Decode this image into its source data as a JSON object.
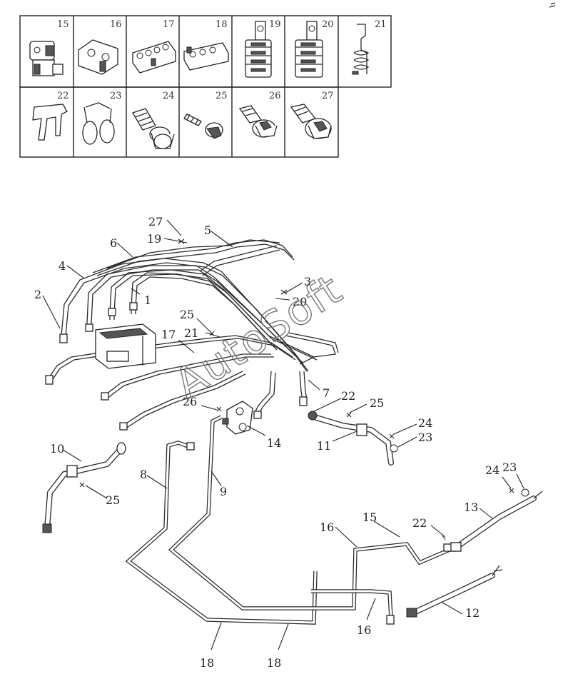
{
  "parts_table": {
    "row1": [
      "15",
      "16",
      "17",
      "18",
      "19",
      "20",
      "21"
    ],
    "row2": [
      "22",
      "23",
      "24",
      "25",
      "26",
      "27"
    ]
  },
  "callouts": {
    "c27": "27",
    "c19": "19",
    "c5": "5",
    "c6": "6",
    "c4": "4",
    "c3": "3",
    "c20": "20",
    "c2": "2",
    "c1": "1",
    "c25a": "25",
    "c21": "21",
    "c17": "17",
    "c7": "7",
    "c22a": "22",
    "c25b": "25",
    "c26": "26",
    "c14": "14",
    "c24a": "24",
    "c23a": "23",
    "c11": "11",
    "c10": "10",
    "c25c": "25",
    "c8": "8",
    "c9": "9",
    "c24b": "24",
    "c23b": "23",
    "c13": "13",
    "c16a": "16",
    "c15": "15",
    "c22b": "22",
    "c12": "12",
    "c16b": "16",
    "c18a": "18",
    "c18b": "18"
  },
  "watermark": "AutoSoft",
  "colors": {
    "line": "#222222",
    "background": "#ffffff",
    "watermark": "#777777"
  }
}
